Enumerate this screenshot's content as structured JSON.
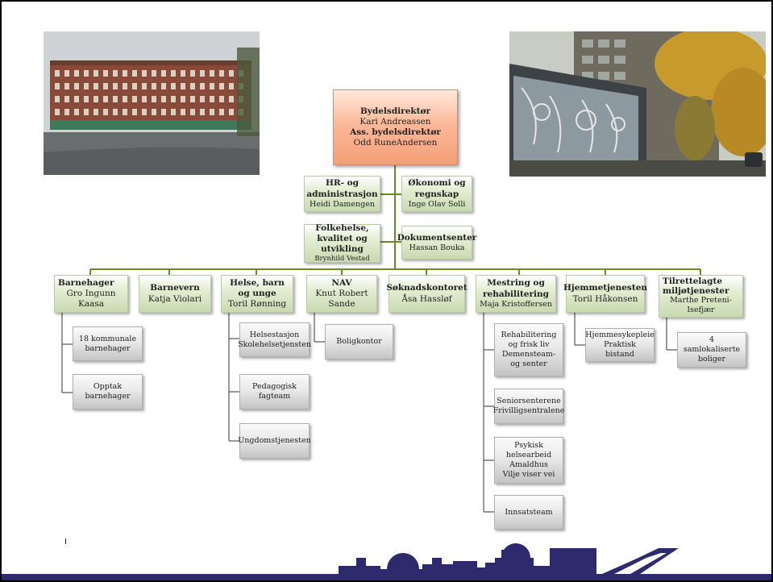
{
  "director": {
    "title1": "Bydelsdirektør",
    "name1": "Kari Andreassen",
    "title2": "Ass. bydelsdirektør",
    "name2": "Odd RuneAndersen"
  },
  "staff": [
    {
      "title": "HR- og administrasjon",
      "name": "Heidi Damengen"
    },
    {
      "title": "Økonomi og regnskap",
      "name": "Inge Olav Solli"
    },
    {
      "title": "Folkehelse, kvalitet og utvikling",
      "name": "Brynhild Vestad"
    },
    {
      "title": "Dokumentsenter",
      "name": "Hassan Bouka"
    }
  ],
  "departments": [
    {
      "title": "Barnehager",
      "name": "Gro Ingunn Kaasa"
    },
    {
      "title": "Barnevern",
      "name": "Katja Violari"
    },
    {
      "title": "Helse, barn og unge",
      "name": "Toril Rønning"
    },
    {
      "title": "NAV",
      "name": "Knut Robert Sande"
    },
    {
      "title": "Søknadskontoret",
      "name": "Åsa Hassløf"
    },
    {
      "title": "Mestring og rehabilitering",
      "name": "Maja Kristoffersen"
    },
    {
      "title": "Hjemmetjenesten",
      "name": "Toril Håkonsen"
    },
    {
      "title": "Tilrettelagte miljøtjenester",
      "name": "Marthe Preteni-Isefjær"
    }
  ],
  "units": {
    "barnehager": [
      "18 kommunale barnehager",
      "Opptak barnehager"
    ],
    "helse": [
      {
        "l1": "Helsestasjon",
        "l2": "Skolehelsetjensten"
      },
      {
        "l1": "Pedagogisk fagteam"
      },
      {
        "l1": "Ungdomstjenesten"
      }
    ],
    "nav": [
      "Boligkontor"
    ],
    "mestring": [
      {
        "l1": "Rehabilitering og frisk liv",
        "l2": "Demensteam- og senter"
      },
      {
        "l1": "Seniorsenterene",
        "l2": "Frivilligsentralene"
      },
      {
        "l1": "Psykisk helsearbeid",
        "l2": "Amaldhus",
        "l3": "Vilje viser vei"
      },
      {
        "l1": "Innsatsteam"
      }
    ],
    "hjemme": [
      {
        "l1": "Hjemmesykepleie",
        "l2": "Praktisk bistand"
      }
    ],
    "miljo": [
      "4 samlokaliserte boliger"
    ]
  },
  "footer": {
    "page_mark": "I"
  },
  "colors": {
    "connector": "#6b8e23",
    "skyline": "#2e2a6e",
    "director_box": "#f8ab88",
    "green_box": "#d3e3bd",
    "gray_box": "#d6d6d6"
  }
}
